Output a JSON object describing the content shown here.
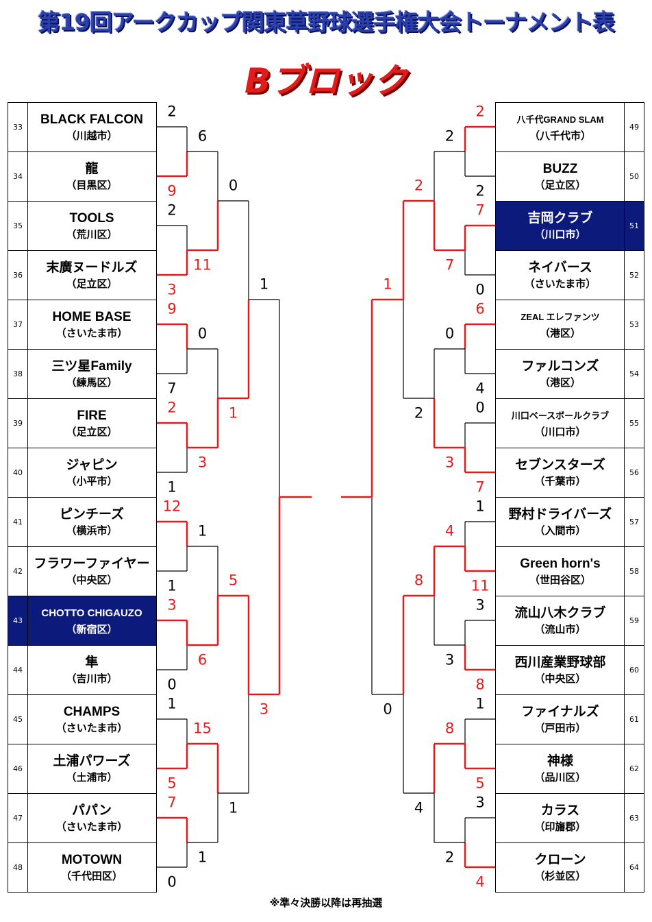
{
  "title": "第19回アークカップ関東草野球選手権大会トーナメント表",
  "subtitle": "Bブロック",
  "footnote": "※準々決勝以降は再抽選",
  "colors": {
    "winner_line": "#e31b1b",
    "highlight_bg": "#0c1a7c",
    "title": "#2b3fa8",
    "subtitle": "#e31b1b"
  },
  "left_teams": [
    {
      "num": "33",
      "name": "BLACK FALCON",
      "city": "（川越市）"
    },
    {
      "num": "34",
      "name": "龍",
      "city": "（目黒区）"
    },
    {
      "num": "35",
      "name": "TOOLS",
      "city": "（荒川区）"
    },
    {
      "num": "36",
      "name": "末廣ヌードルズ",
      "city": "（足立区）"
    },
    {
      "num": "37",
      "name": "HOME BASE",
      "city": "（さいたま市）"
    },
    {
      "num": "38",
      "name": "三ツ星Family",
      "city": "（練馬区）"
    },
    {
      "num": "39",
      "name": "FIRE",
      "city": "（足立区）"
    },
    {
      "num": "40",
      "name": "ジャピン",
      "city": "（小平市）"
    },
    {
      "num": "41",
      "name": "ピンチーズ",
      "city": "（横浜市）"
    },
    {
      "num": "42",
      "name": "フラワーファイヤー",
      "city": "（中央区）"
    },
    {
      "num": "43",
      "name": "CHOTTO CHIGAUZO",
      "city": "（新宿区）",
      "highlight": true
    },
    {
      "num": "44",
      "name": "隼",
      "city": "（吉川市）"
    },
    {
      "num": "45",
      "name": "CHAMPS",
      "city": "（さいたま市）"
    },
    {
      "num": "46",
      "name": "土浦パワーズ",
      "city": "（土浦市）"
    },
    {
      "num": "47",
      "name": "パパン",
      "city": "（さいたま市）"
    },
    {
      "num": "48",
      "name": "MOTOWN",
      "city": "（千代田区）"
    }
  ],
  "right_teams": [
    {
      "num": "49",
      "name": "八千代GRAND SLAM",
      "city": "（八千代市）"
    },
    {
      "num": "50",
      "name": "BUZZ",
      "city": "（足立区）"
    },
    {
      "num": "51",
      "name": "吉岡クラブ",
      "city": "（川口市）",
      "highlight": true
    },
    {
      "num": "52",
      "name": "ネイバース",
      "city": "（さいたま市）"
    },
    {
      "num": "53",
      "name": "ZEAL エレファンツ",
      "city": "（港区）"
    },
    {
      "num": "54",
      "name": "ファルコンズ",
      "city": "（港区）"
    },
    {
      "num": "55",
      "name": "川口ベースボールクラブ",
      "city": "（川口市）"
    },
    {
      "num": "56",
      "name": "セブンスターズ",
      "city": "（千葉市）"
    },
    {
      "num": "57",
      "name": "野村ドライバーズ",
      "city": "（入間市）"
    },
    {
      "num": "58",
      "name": "Green horn's",
      "city": "（世田谷区）"
    },
    {
      "num": "59",
      "name": "流山八木クラブ",
      "city": "（流山市）"
    },
    {
      "num": "60",
      "name": "西川産業野球部",
      "city": "（中央区）"
    },
    {
      "num": "61",
      "name": "ファイナルズ",
      "city": "（戸田市）"
    },
    {
      "num": "62",
      "name": "神様",
      "city": "（品川区）"
    },
    {
      "num": "63",
      "name": "カラス",
      "city": "（印旛郡）"
    },
    {
      "num": "64",
      "name": "クローン",
      "city": "（杉並区）"
    }
  ],
  "left_rounds": {
    "r1": [
      {
        "top": "2",
        "bot": "9",
        "winner": "bot"
      },
      {
        "top": "2",
        "bot": "3",
        "winner": "bot"
      },
      {
        "top": "9",
        "bot": "7",
        "winner": "top"
      },
      {
        "top": "2",
        "bot": "1",
        "winner": "top"
      },
      {
        "top": "12",
        "bot": "1",
        "winner": "top"
      },
      {
        "top": "3",
        "bot": "0",
        "winner": "top"
      },
      {
        "top": "1",
        "bot": "5",
        "winner": "bot"
      },
      {
        "top": "7",
        "bot": "0",
        "winner": "top"
      }
    ],
    "r2": [
      {
        "top": "6",
        "bot": "11",
        "winner": "bot"
      },
      {
        "top": "0",
        "bot": "3",
        "winner": "bot"
      },
      {
        "top": "1",
        "bot": "6",
        "winner": "bot"
      },
      {
        "top": "15",
        "bot": "1",
        "winner": "top"
      }
    ],
    "r3": [
      {
        "top": "0",
        "bot": "1",
        "winner": "bot"
      },
      {
        "top": "5",
        "bot": "1",
        "winner": "top"
      }
    ],
    "r4": [
      {
        "top": "1",
        "bot": "3",
        "winner": "bot"
      }
    ]
  },
  "right_rounds": {
    "r1": [
      {
        "top": "2",
        "bot": "2",
        "winner": "top"
      },
      {
        "top": "7",
        "bot": "0",
        "winner": "top"
      },
      {
        "top": "6",
        "bot": "4",
        "winner": "top"
      },
      {
        "top": "0",
        "bot": "7",
        "winner": "bot"
      },
      {
        "top": "1",
        "bot": "11",
        "winner": "bot"
      },
      {
        "top": "3",
        "bot": "8",
        "winner": "bot"
      },
      {
        "top": "1",
        "bot": "5",
        "winner": "bot"
      },
      {
        "top": "3",
        "bot": "4",
        "winner": "bot"
      }
    ],
    "r2": [
      {
        "top": "2",
        "bot": "7",
        "winner": "bot"
      },
      {
        "top": "0",
        "bot": "3",
        "winner": "bot"
      },
      {
        "top": "4",
        "bot": "3",
        "winner": "top"
      },
      {
        "top": "8",
        "bot": "2",
        "winner": "top"
      }
    ],
    "r3": [
      {
        "top": "2",
        "bot": "2",
        "winner": "top"
      },
      {
        "top": "8",
        "bot": "4",
        "winner": "top"
      }
    ],
    "r4": [
      {
        "top": "1",
        "bot": "0",
        "winner": "top"
      }
    ]
  }
}
